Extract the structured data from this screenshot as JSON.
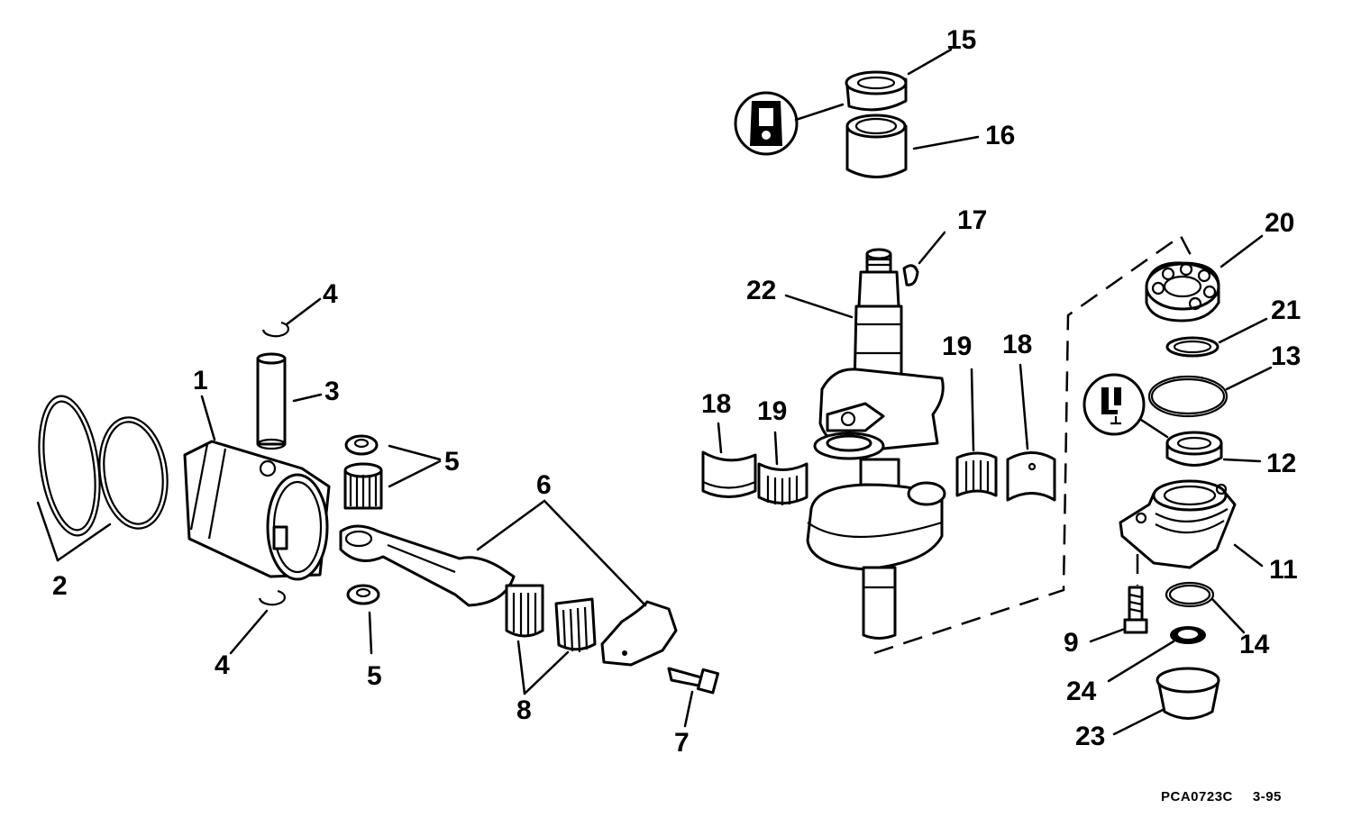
{
  "callouts": {
    "c1": "1",
    "c2": "2",
    "c3": "3",
    "c4a": "4",
    "c4b": "4",
    "c5a": "5",
    "c5b": "5",
    "c6": "6",
    "c7": "7",
    "c8": "8",
    "c9": "9",
    "c11": "11",
    "c12": "12",
    "c13": "13",
    "c14": "14",
    "c15": "15",
    "c16": "16",
    "c17": "17",
    "c18a": "18",
    "c18b": "18",
    "c19a": "19",
    "c19b": "19",
    "c20": "20",
    "c21": "21",
    "c22": "22",
    "c23": "23",
    "c24": "24"
  },
  "footer": {
    "code": "PCA0723C",
    "date": "3-95"
  },
  "icons": [
    "lubricant-symbol-icon",
    "sealant-symbol-icon"
  ]
}
